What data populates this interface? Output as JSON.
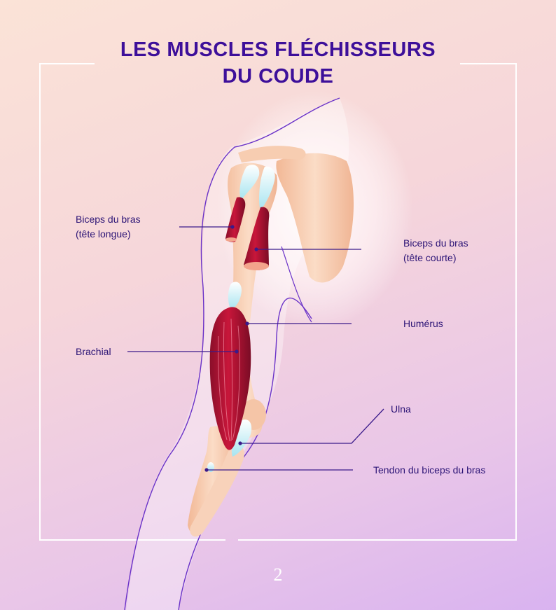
{
  "title": {
    "line1": "LES MUSCLES FLÉCHISSEURS",
    "line2": "DU COUDE"
  },
  "labels": {
    "biceps_long_line1": "Biceps du bras",
    "biceps_long_line2": "(tête longue)",
    "biceps_short_line1": "Biceps du bras",
    "biceps_short_line2": "(tête courte)",
    "humerus": "Humérus",
    "brachial": "Brachial",
    "ulna": "Ulna",
    "tendon": "Tendon du biceps du bras"
  },
  "page_number": "2",
  "colors": {
    "title": "#3d0f9a",
    "label": "#2c1476",
    "leader": "#3a1a8a",
    "muscle": "#b3122f",
    "bone": "#f6c9ac",
    "tendon": "#bfeaf2"
  }
}
